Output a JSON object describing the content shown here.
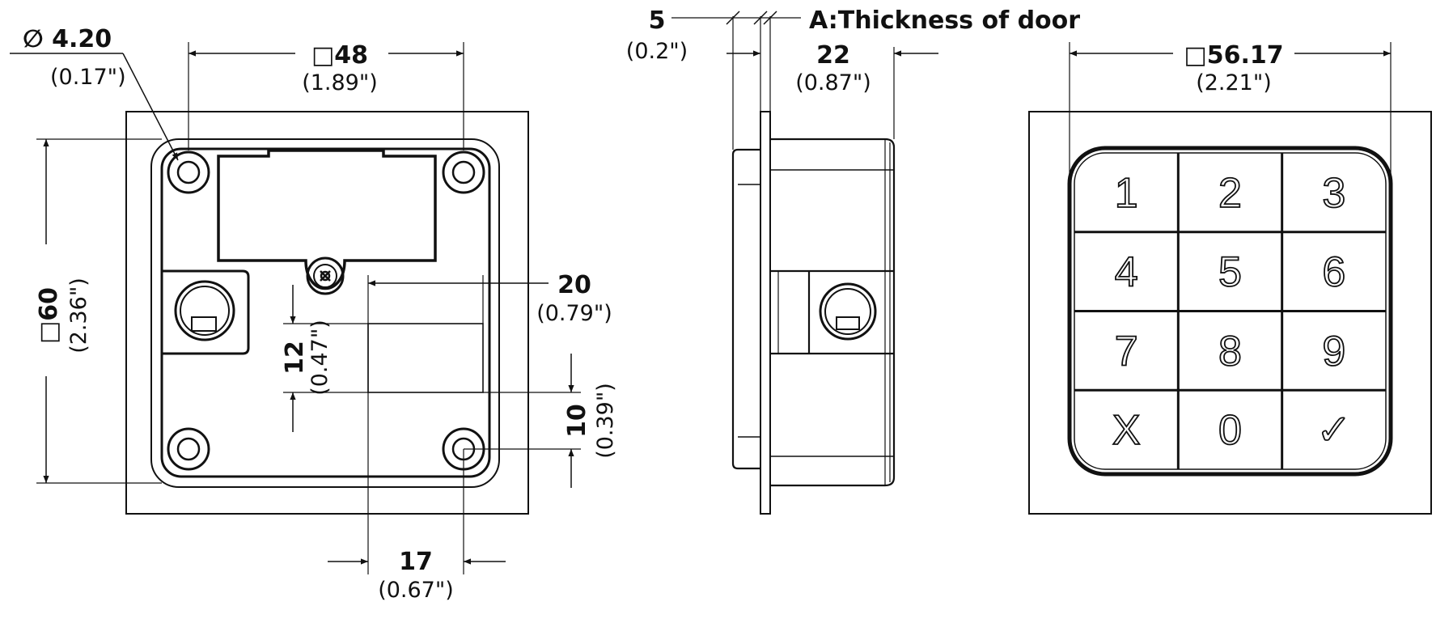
{
  "front_view": {
    "hole_dia": "∅ 4.20",
    "hole_dia_in": "(0.17\")",
    "width": "□48",
    "width_in": "(1.89\")",
    "height": "□60",
    "height_in": "(2.36\")",
    "slot_width": "20",
    "slot_width_in": "(0.79\")",
    "slot_height": "12",
    "slot_height_in": "(0.47\")",
    "slot_offset": "10",
    "slot_offset_in": "(0.39\")",
    "bottom_offset": "17",
    "bottom_offset_in": "(0.67\")"
  },
  "side_view": {
    "thickness": "5",
    "thickness_in": "(0.2\")",
    "door_label": "A:Thickness of door",
    "depth": "22",
    "depth_in": "(0.87\")"
  },
  "keypad_view": {
    "width": "□56.17",
    "width_in": "(2.21\")",
    "keys": [
      "1",
      "2",
      "3",
      "4",
      "5",
      "6",
      "7",
      "8",
      "9",
      "X",
      "0",
      "✓"
    ]
  }
}
